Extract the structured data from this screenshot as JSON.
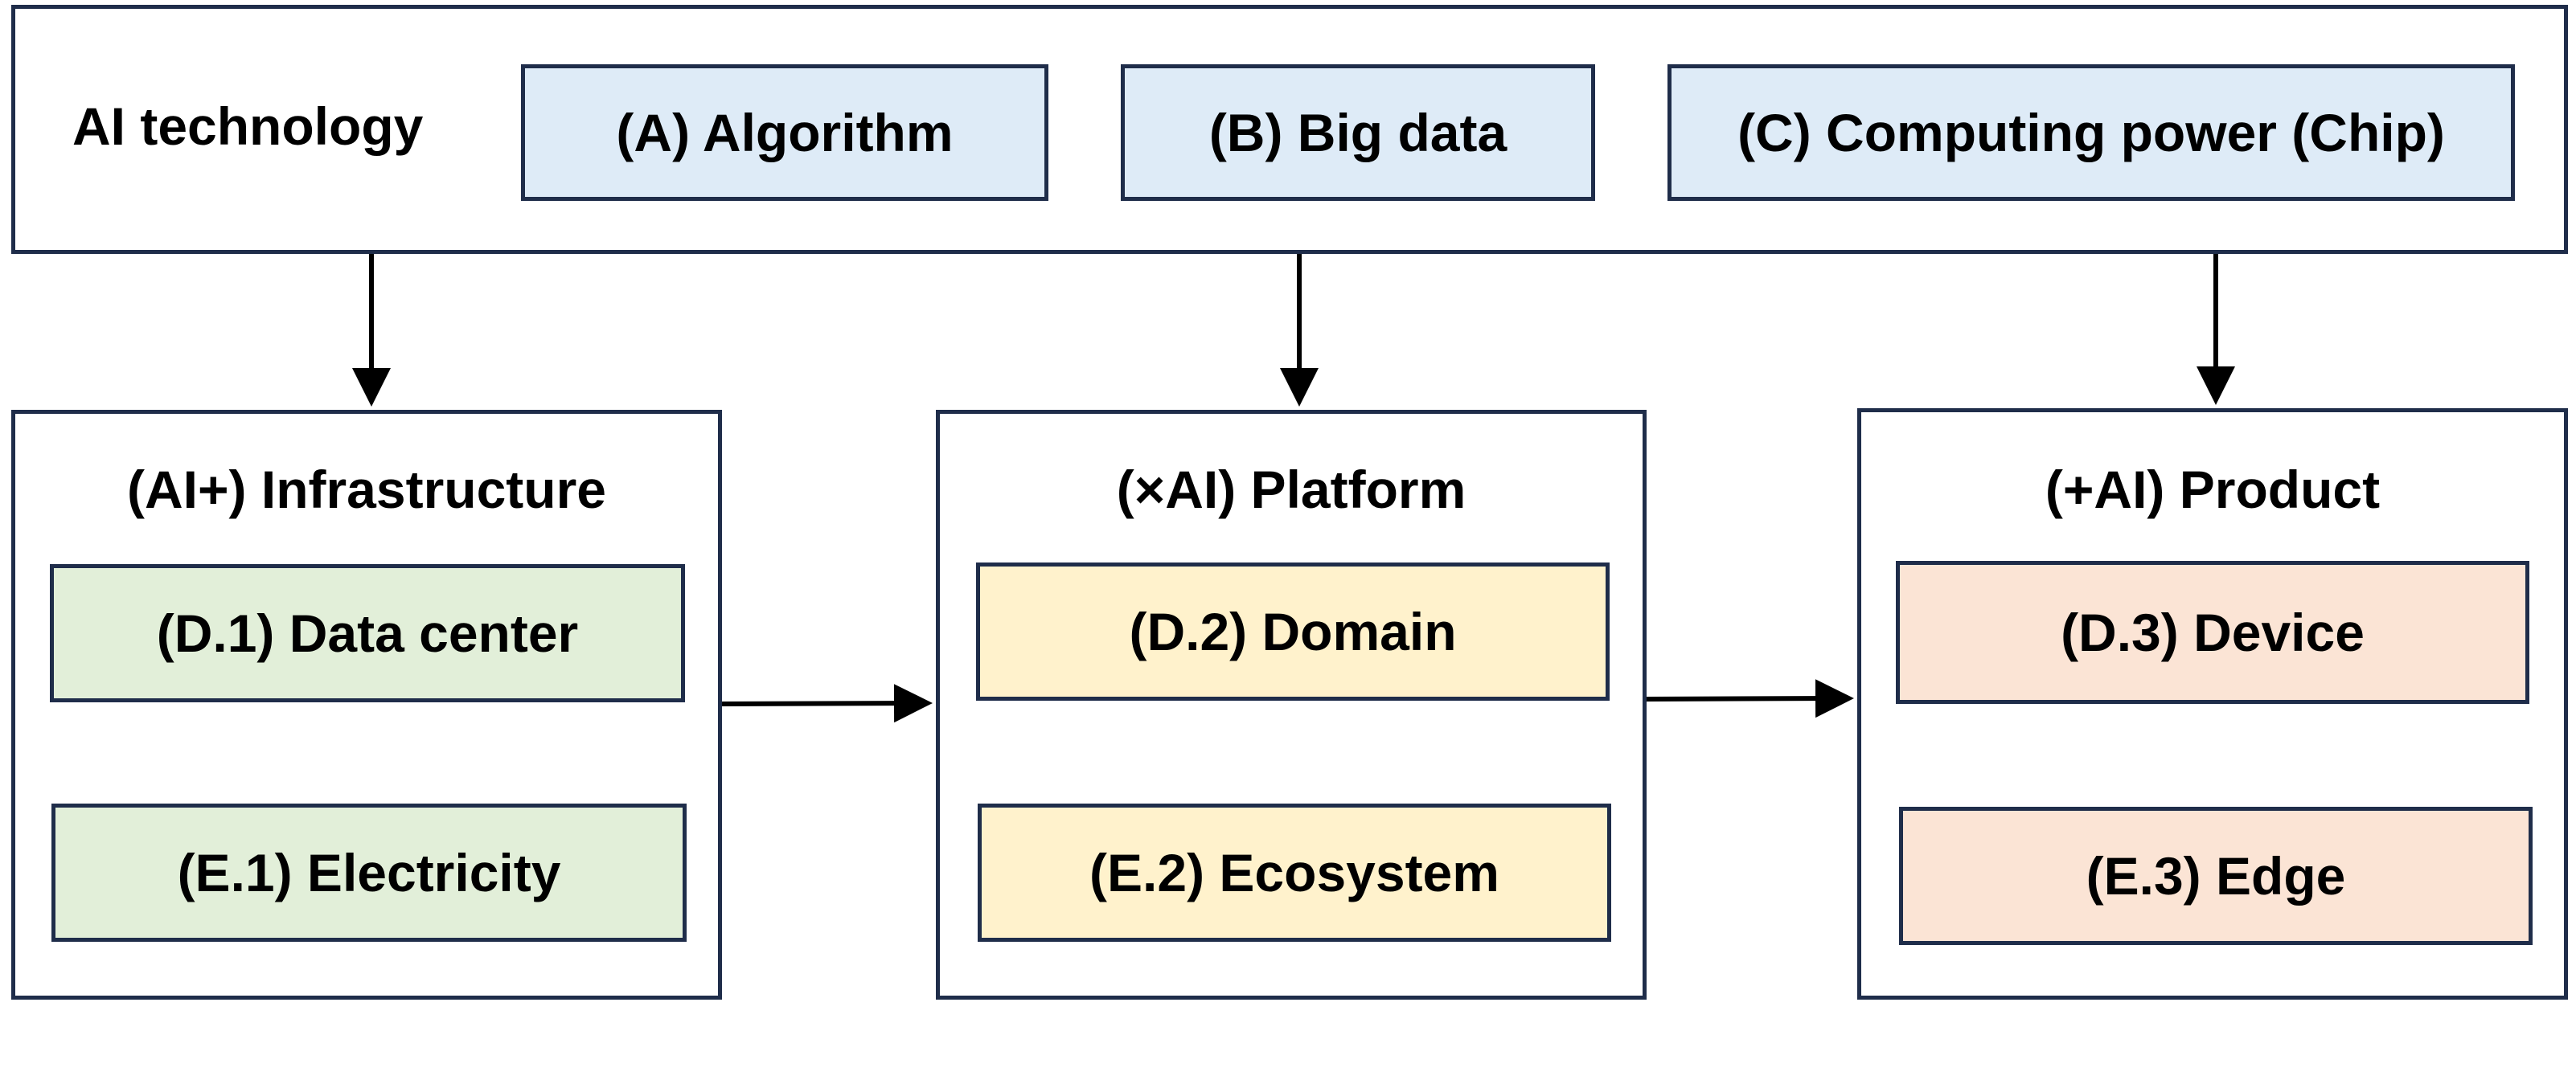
{
  "ai_technology": {
    "label": "AI technology",
    "items": [
      {
        "label": "(A) Algorithm"
      },
      {
        "label": "(B) Big data"
      },
      {
        "label": "(C) Computing power (Chip)"
      }
    ]
  },
  "layers": [
    {
      "title": "(AI+) Infrastructure",
      "items": [
        {
          "label": "(D.1) Data center"
        },
        {
          "label": "(E.1) Electricity"
        }
      ],
      "fill_color": "#e2efd9"
    },
    {
      "title": "(×AI) Platform",
      "items": [
        {
          "label": "(D.2) Domain"
        },
        {
          "label": "(E.2) Ecosystem"
        }
      ],
      "fill_color": "#fff2cc"
    },
    {
      "title": "(+AI) Product",
      "items": [
        {
          "label": "(D.3) Device"
        },
        {
          "label": "(E.3) Edge"
        }
      ],
      "fill_color": "#fbe4d5"
    }
  ],
  "colors": {
    "tech_fill": "#deebf7",
    "border": "#1f2d4a",
    "arrow": "#000000"
  }
}
